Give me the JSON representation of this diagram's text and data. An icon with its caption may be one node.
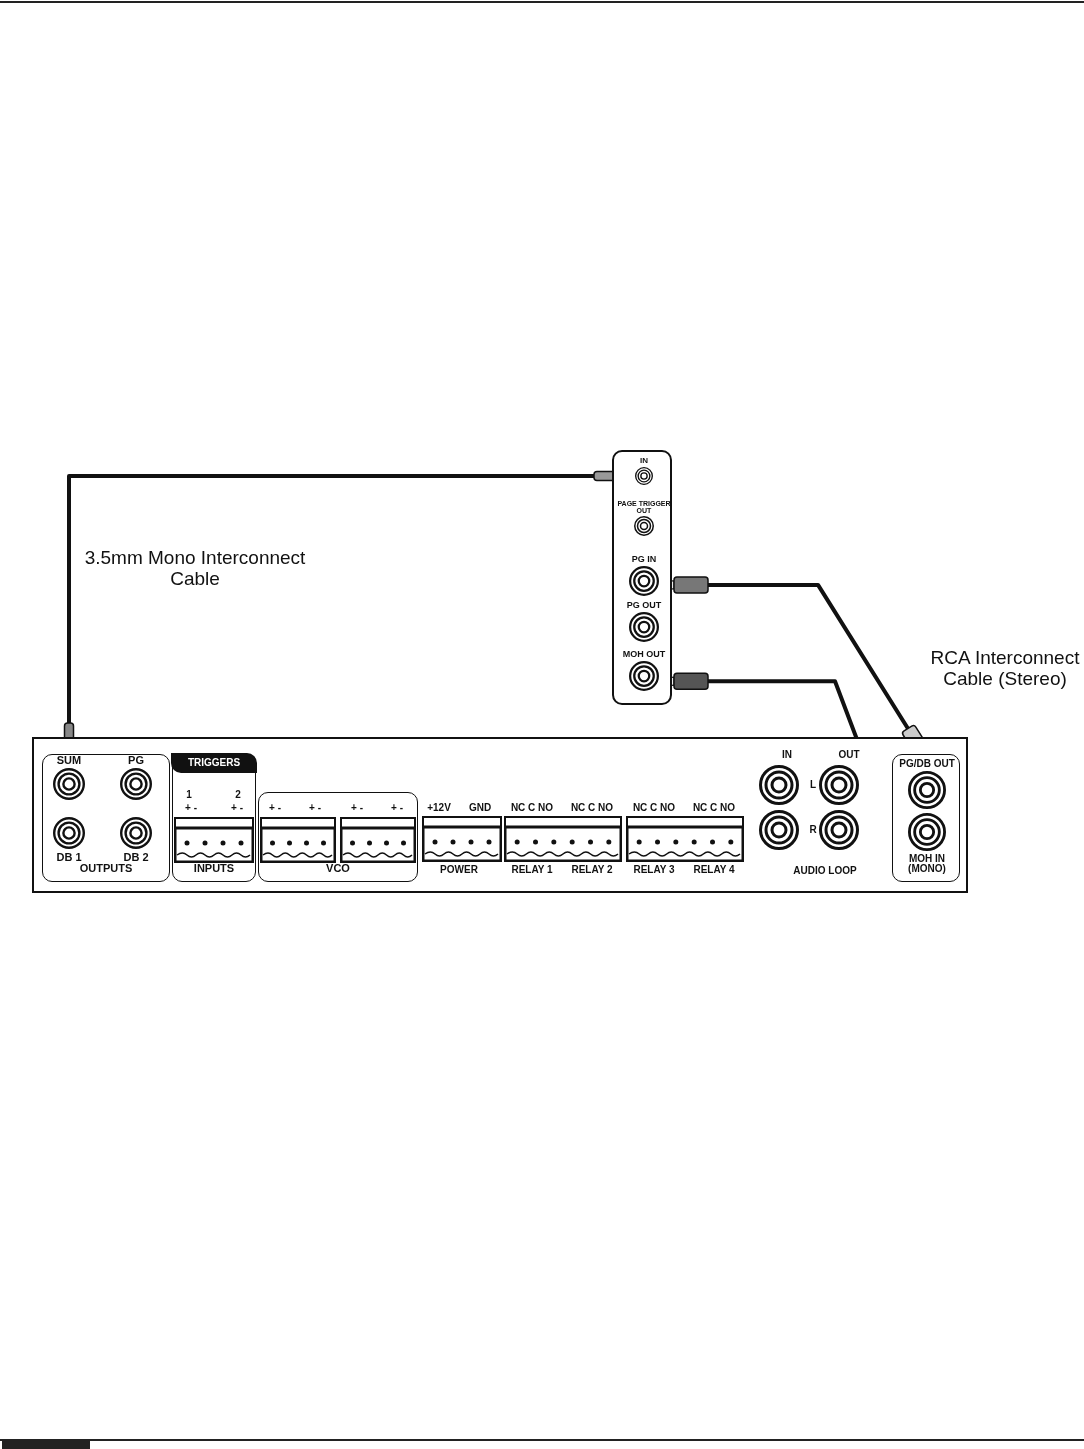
{
  "diagram": {
    "nodes": [
      {
        "text": [],
        "shape": "box"
      },
      {
        "text": [
          "IN"
        ],
        "in": 0
      },
      {
        "text": [
          "PAGE TRIGGER OUT"
        ],
        "in": 0
      },
      {
        "text": [
          "PG IN"
        ],
        "in": 0
      },
      {
        "text": [
          "PG OUT"
        ],
        "in": 0
      },
      {
        "text": [
          "MOH OUT"
        ],
        "in": 0
      },
      {
        "text": [],
        "shape": "box"
      },
      {
        "text": [
          "OUTPUTS"
        ],
        "in": 6
      },
      {
        "text": [
          "SUM"
        ],
        "in": 7
      },
      {
        "text": [
          "PG"
        ],
        "in": 7
      },
      {
        "text": [
          "DB 1"
        ],
        "in": 7
      },
      {
        "text": [
          "DB 2"
        ],
        "in": 7
      },
      {
        "text": [
          "TRIGGERS",
          "INPUTS"
        ],
        "in": 6
      },
      {
        "text": [
          "VCO"
        ],
        "in": 6
      },
      {
        "text": [],
        "shape": "box",
        "in": 6
      },
      {
        "text": [
          "PG/DB OUT"
        ],
        "in": 14
      },
      {
        "text": [
          "MOH IN (MONO)"
        ],
        "in": 14
      }
    ],
    "edges": [
      {
        "from": 8,
        "to": 1,
        "arrow": "other"
      },
      {
        "from": 3,
        "to": 15,
        "arrow": "other"
      },
      {
        "from": 5,
        "to": 16,
        "arrow": "other"
      }
    ],
    "labels": [
      "3.5mm Mono Interconnect Cable",
      "RCA Interconnect Cable (Stereo)",
      "1",
      "2",
      "+ -",
      "+ -",
      "+ -",
      "+ -",
      "+ -",
      "+ -",
      "+12V",
      "GND",
      "NC C NO",
      "NC C NO",
      "NC C NO",
      "NC C NO",
      "POWER",
      "RELAY 1",
      "RELAY 2",
      "RELAY 3",
      "RELAY 4",
      "IN",
      "OUT",
      "L",
      "R",
      "AUDIO LOOP"
    ]
  }
}
